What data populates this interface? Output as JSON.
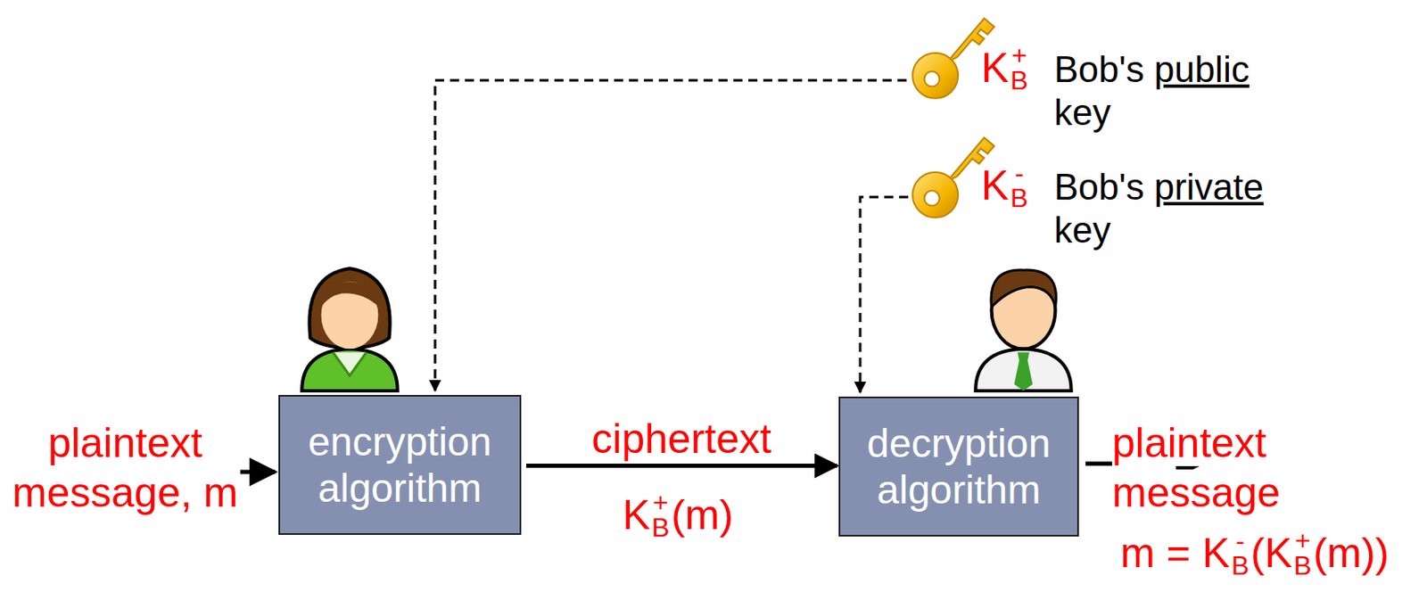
{
  "diagram": {
    "nodes": [
      {
        "text": [
          "encryption algorithm"
        ]
      },
      {
        "text": [
          "decryption algorithm"
        ]
      }
    ],
    "edges": [
      {
        "from": 0,
        "to": 1,
        "arrow": "to",
        "label": "ciphertext"
      }
    ],
    "labels": [
      "plaintext message, m",
      "K",
      "+",
      "B",
      "(m)",
      "plaintext message",
      "m = K",
      "-",
      "B",
      "(K",
      "+",
      "B",
      "(m))",
      "K",
      "+",
      "B",
      "Bob's",
      "public",
      "key",
      "K",
      "-",
      "B",
      "Bob's",
      "private",
      "key"
    ]
  }
}
